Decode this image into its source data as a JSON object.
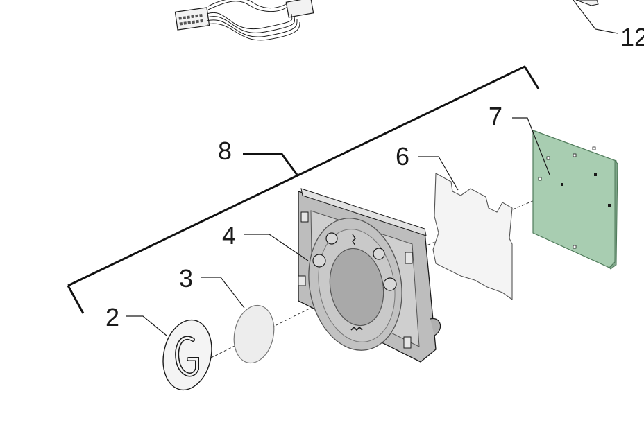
{
  "callouts": [
    {
      "id": "part-2",
      "label": "2"
    },
    {
      "id": "part-3",
      "label": "3"
    },
    {
      "id": "part-4",
      "label": "4"
    },
    {
      "id": "part-6",
      "label": "6"
    },
    {
      "id": "part-7",
      "label": "7"
    },
    {
      "id": "part-8",
      "label": "8"
    },
    {
      "id": "part-12",
      "label": "12"
    }
  ],
  "colors": {
    "line": "#1a1a1a",
    "housing_fill": "#c9c9c9",
    "housing_shadow": "#9e9e9e",
    "lens_fill": "#eeeeee",
    "gasket_fill": "#f4f4f4",
    "pcb_fill": "#a8cdb1",
    "pcb_edge": "#4f7a5a"
  },
  "icons": {
    "badge": "g-logo-icon",
    "housing_symbols": [
      "steam-icon",
      "drop-icon",
      "hot-water-icon",
      "coffee-icon",
      "wave-icon"
    ]
  }
}
